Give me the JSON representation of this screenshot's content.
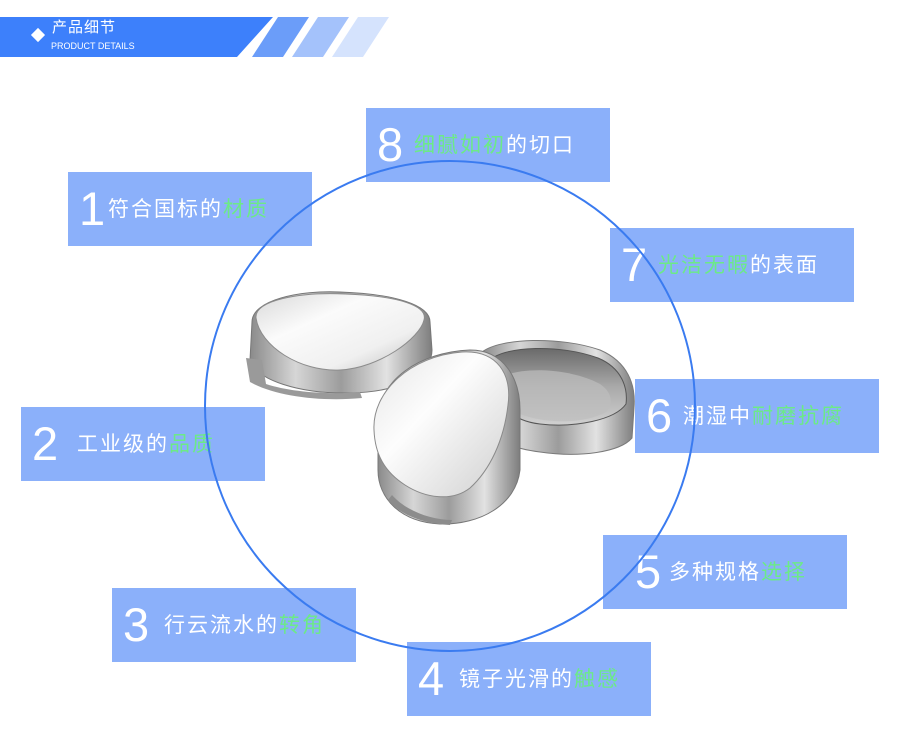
{
  "header": {
    "title": "产品细节",
    "subtitle": "PRODUCT DETAILS",
    "icon": "diamond-icon",
    "colors": {
      "bar": "#3d80fb",
      "stripe1": "#6b9df9",
      "stripe2": "#a4c2fb",
      "stripe3": "#d5e3fd"
    }
  },
  "product": {
    "description": "Stainless steel oval tins with lids",
    "image": "product-photo"
  },
  "circle_color": "#3a7bf0",
  "box_color": "#8bb0fa",
  "highlight_color": "#6cea87",
  "features": [
    {
      "num": "1",
      "pre": "符合国标的",
      "hl": "材质",
      "post": ""
    },
    {
      "num": "2",
      "pre": "工业级的",
      "hl": "品质",
      "post": ""
    },
    {
      "num": "3",
      "pre": "行云流水的",
      "hl": "转角",
      "post": ""
    },
    {
      "num": "4",
      "pre": "镜子光滑的",
      "hl": "触感",
      "post": ""
    },
    {
      "num": "5",
      "pre": "多种规格",
      "hl": "选择",
      "post": ""
    },
    {
      "num": "6",
      "pre": "潮湿中",
      "hl": "耐磨抗腐",
      "post": ""
    },
    {
      "num": "7",
      "pre": "",
      "hl": "光洁无暇",
      "post": "的表面"
    },
    {
      "num": "8",
      "pre": "",
      "hl": "细腻如初",
      "post": "的切口"
    }
  ]
}
